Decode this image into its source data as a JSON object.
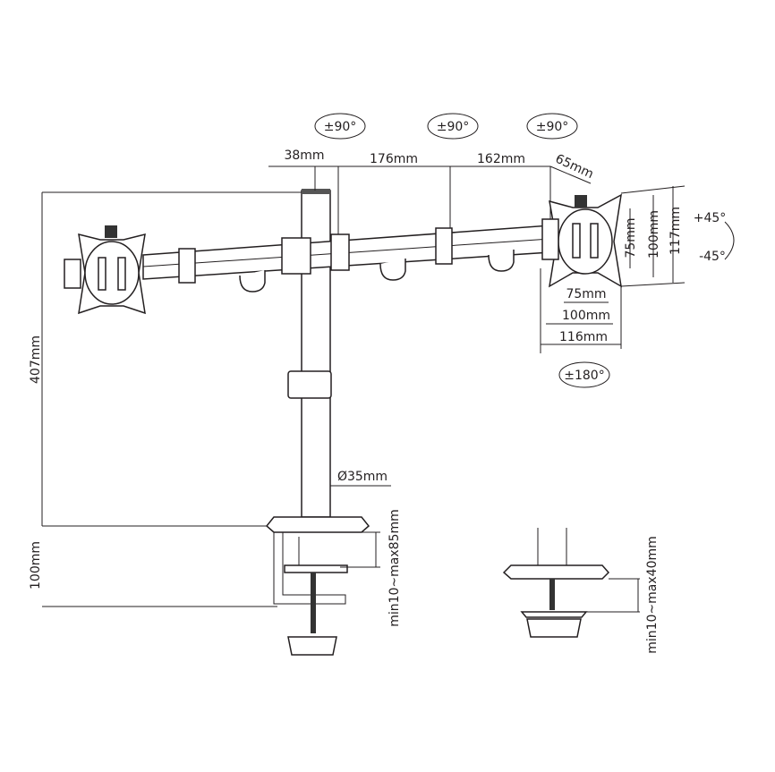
{
  "rotation_labels": {
    "arm_1": "±90°",
    "arm_2": "±90°",
    "arm_3": "±90°",
    "vesa_rotate": "±180°",
    "tilt_up": "+45°",
    "tilt_down": "-45°"
  },
  "arm_dimensions": {
    "pole_offset": "38mm",
    "arm_segment_1": "176mm",
    "arm_segment_2": "162mm",
    "vesa_joint": "65mm"
  },
  "vesa_dimensions": {
    "h_75": "75mm",
    "h_100": "100mm",
    "h_116": "116mm",
    "v_75": "75mm",
    "v_100": "100mm",
    "v_117": "117mm"
  },
  "pole": {
    "height": "407mm",
    "diameter": "Ø35mm"
  },
  "clamp": {
    "height": "100mm",
    "desk_range": "min10~max85mm"
  },
  "grommet": {
    "desk_range": "min10~max40mm"
  },
  "colors": {
    "line": "#231f20",
    "background": "#ffffff"
  }
}
